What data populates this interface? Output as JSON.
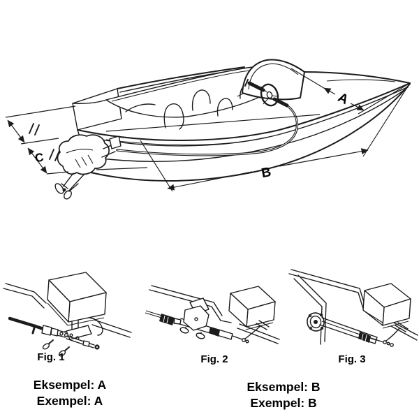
{
  "colors": {
    "ink": "#1c1c1c",
    "text": "#000000",
    "background": "#ffffff"
  },
  "boat_diagram": {
    "labels": {
      "a": "A",
      "b": "B",
      "c": "C"
    }
  },
  "figures": [
    {
      "label": "Fig. 1"
    },
    {
      "label": "Fig. 2"
    },
    {
      "label": "Fig. 3"
    }
  ],
  "captions": {
    "left": {
      "line1": "Eksempel: A",
      "line2": "Exempel: A"
    },
    "right": {
      "line1": "Eksempel: B",
      "line2": "Exempel: B"
    }
  }
}
